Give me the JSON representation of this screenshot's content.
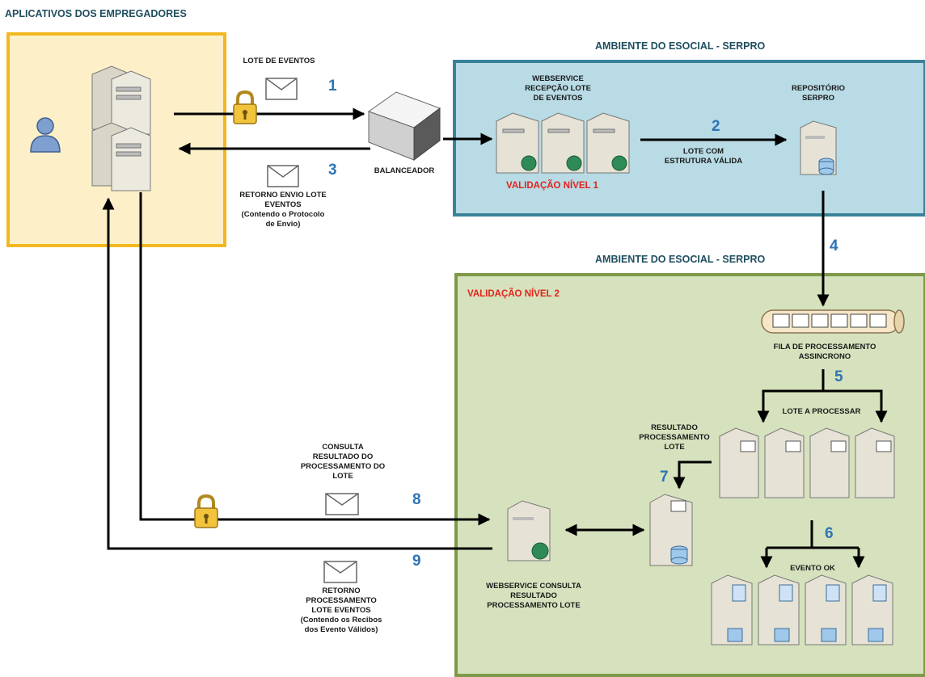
{
  "headers": {
    "employers": "APLICATIVOS DOS EMPREGADORES",
    "env_top": "AMBIENTE DO ESOCIAL - SERPRO",
    "env_bottom": "AMBIENTE DO ESOCIAL - SERPRO"
  },
  "validation": {
    "level1": "VALIDAÇÃO NÍVEL 1",
    "level2": "VALIDAÇÃO NÍVEL 2"
  },
  "labels": {
    "lote_eventos": "LOTE DE EVENTOS",
    "balanceador": "BALANCEADOR",
    "retorno_envio": "RETORNO ENVIO LOTE\nEVENTOS\n(Contendo o Protocolo\nde Envio)",
    "webservice_recepcao": "WEBSERVICE\nRECEPÇÃO LOTE\nDE EVENTOS",
    "lote_com_estrutura": "LOTE COM\nESTRUTURA VÁLIDA",
    "repositorio": "REPOSITÓRIO\nSERPRO",
    "fila": "FILA DE PROCESSAMENTO\nASSINCRONO",
    "lote_a_processar": "LOTE A PROCESSAR",
    "resultado": "RESULTADO\nPROCESSAMENTO\nLOTE",
    "evento_ok": "EVENTO OK",
    "consulta": "CONSULTA\nRESULTADO DO\nPROCESSAMENTO DO\nLOTE",
    "webservice_consulta": "WEBSERVICE CONSULTA\nRESULTADO\nPROCESSAMENTO LOTE",
    "retorno_proc": "RETORNO\nPROCESSAMENTO\nLOTE EVENTOS\n(Contendo os Recibos\ndos Evento Válidos)"
  },
  "steps": [
    "1",
    "2",
    "3",
    "4",
    "5",
    "6",
    "7",
    "8",
    "9"
  ],
  "colors": {
    "employers_fill": "#fdf0c8",
    "employers_border": "#f3b81f",
    "env_top_fill": "#b8dbe5",
    "env_top_border": "#3a8299",
    "env_bottom_fill": "#d6e2bd",
    "env_bottom_border": "#7e9a48",
    "step_blue": "#2e74b5",
    "validation_red": "#e3231b"
  }
}
